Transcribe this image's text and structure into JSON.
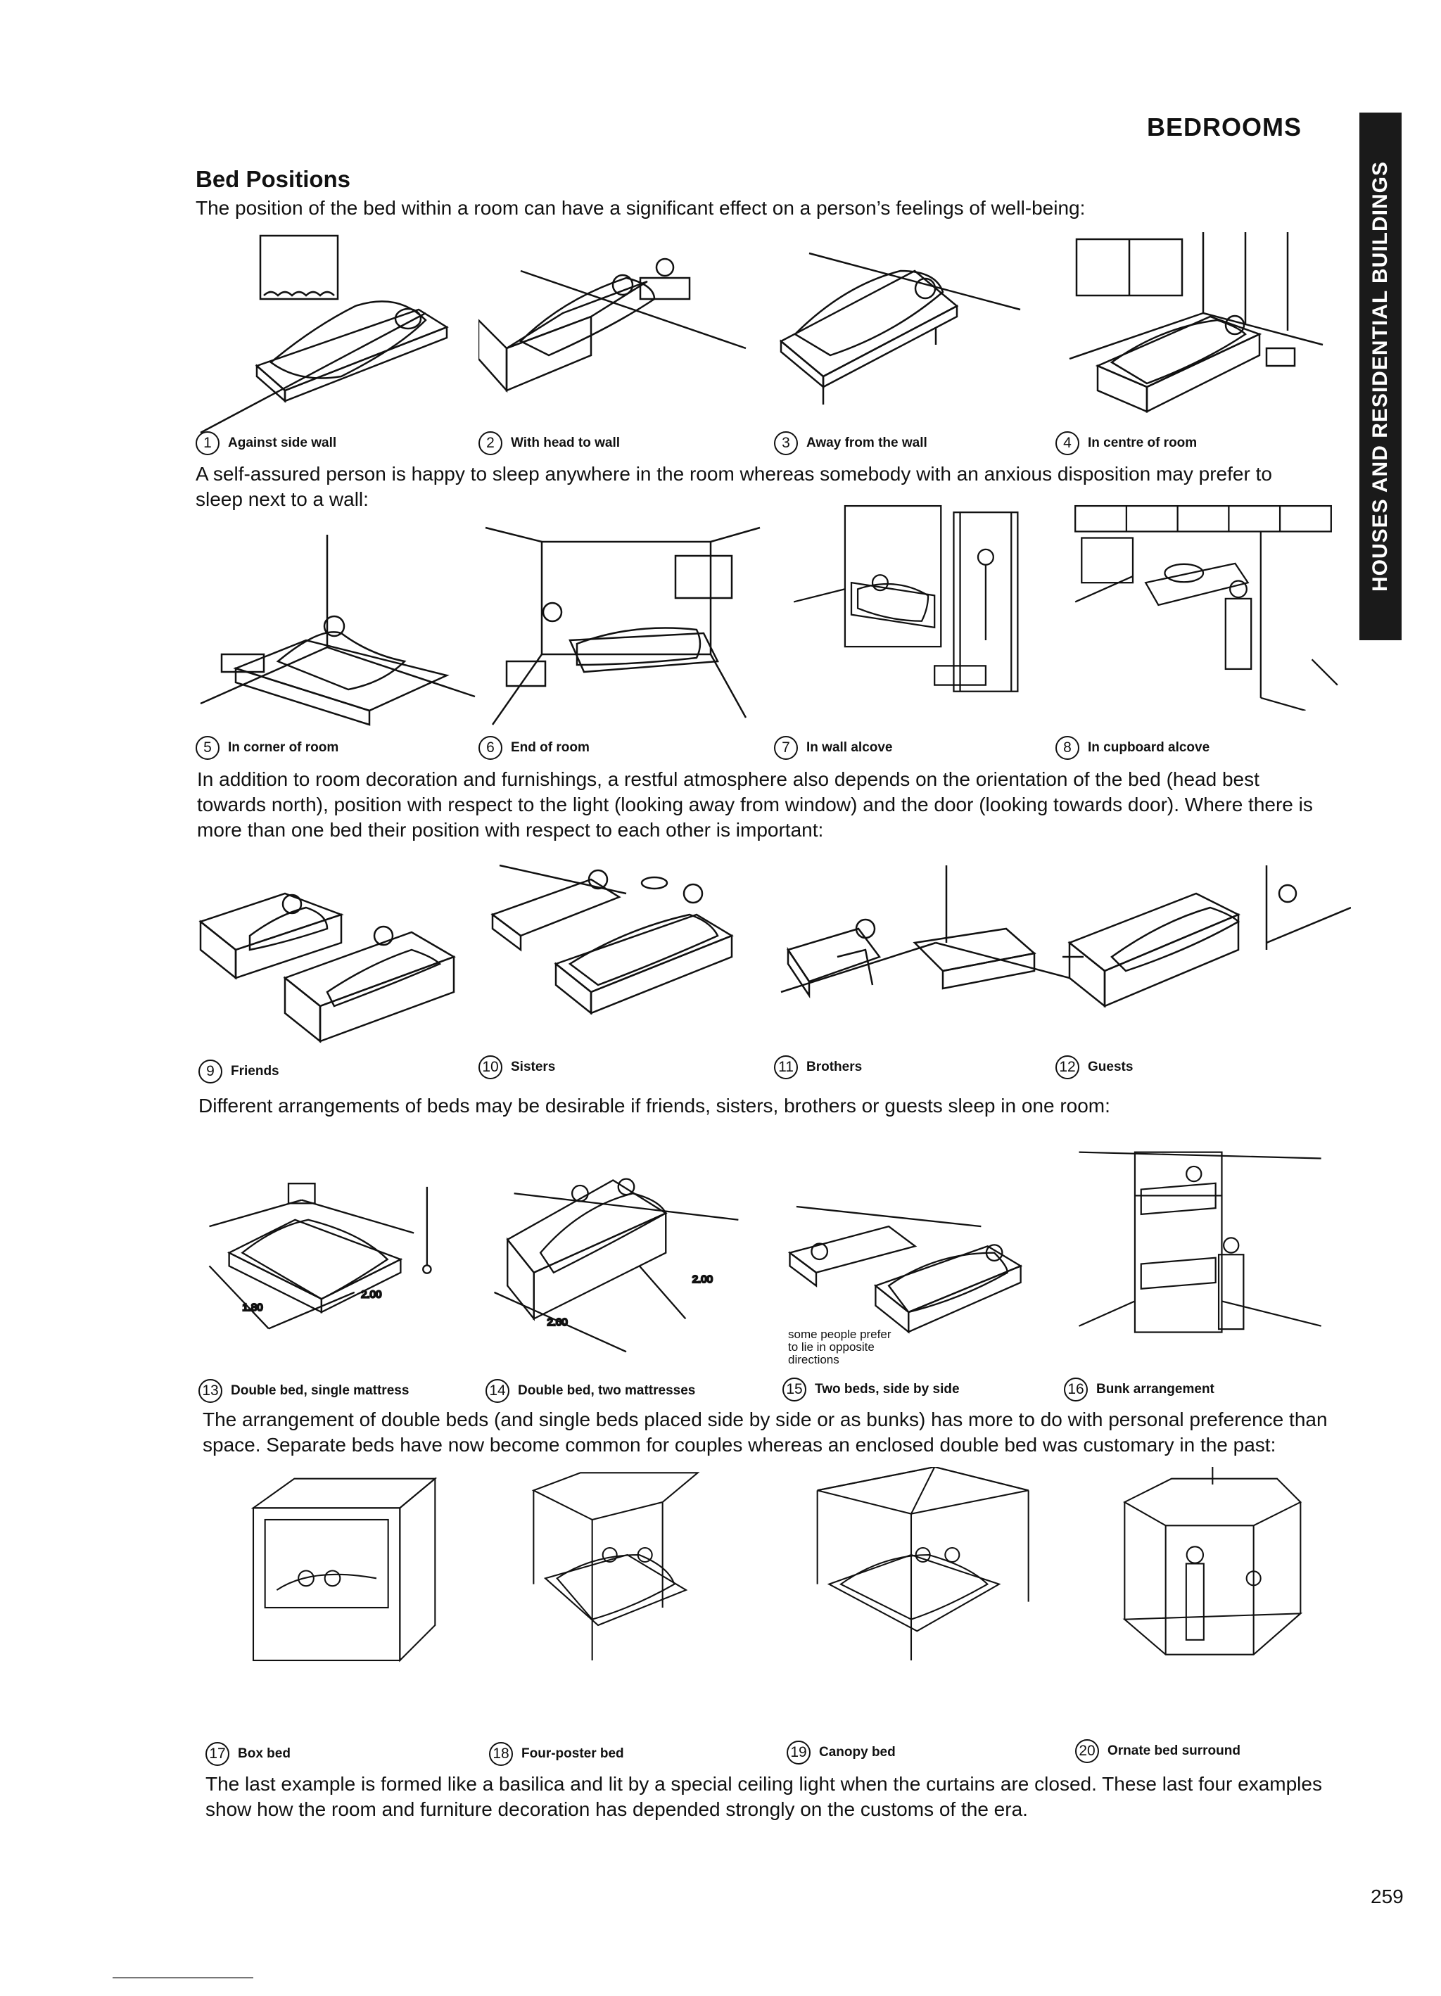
{
  "header": {
    "section": "BEDROOMS",
    "side_tab": "HOUSES AND RESIDENTIAL BUILDINGS"
  },
  "heading": "Bed Positions",
  "paragraphs": {
    "p1": "The position of the bed within a room can have a significant effect on a person’s feelings of well-being:",
    "p2": "A self-assured person is happy to sleep anywhere in the room whereas somebody with an anxious disposition may prefer to sleep next to a wall:",
    "p3": "In addition to room decoration and furnishings, a restful atmosphere also depends on the orientation of the bed (head best towards north), position with respect to the light (looking away from window) and the door (looking towards door). Where there is more than one bed their position with respect to each other is important:",
    "p4": "Different arrangements of beds may be desirable if friends, sisters, brothers or guests sleep in one room:",
    "p5": "The arrangement of double beds (and single beds placed side by side or as bunks) has more to do with personal preference than space. Separate beds have now become common for couples whereas an enclosed double bed was customary in the past:",
    "p6": "The last example is formed like a basilica and lit by a special ceiling light when the curtains are closed. These last four examples show how the room and furniture decoration has depended strongly on the customs of the era."
  },
  "figures": [
    {
      "num": "1",
      "label": "Against side wall"
    },
    {
      "num": "2",
      "label": "With head to wall"
    },
    {
      "num": "3",
      "label": "Away from the wall"
    },
    {
      "num": "4",
      "label": "In centre of room"
    },
    {
      "num": "5",
      "label": "In corner of room"
    },
    {
      "num": "6",
      "label": "End of room"
    },
    {
      "num": "7",
      "label": "In wall alcove"
    },
    {
      "num": "8",
      "label": "In cupboard alcove"
    },
    {
      "num": "9",
      "label": "Friends"
    },
    {
      "num": "10",
      "label": "Sisters"
    },
    {
      "num": "11",
      "label": "Brothers"
    },
    {
      "num": "12",
      "label": "Guests"
    },
    {
      "num": "13",
      "label": "Double bed, single mattress"
    },
    {
      "num": "14",
      "label": "Double bed, two mattresses"
    },
    {
      "num": "15",
      "label": "Two beds, side by side"
    },
    {
      "num": "16",
      "label": "Bunk arrangement"
    },
    {
      "num": "17",
      "label": "Box bed"
    },
    {
      "num": "18",
      "label": "Four-poster bed"
    },
    {
      "num": "19",
      "label": "Canopy bed"
    },
    {
      "num": "20",
      "label": "Ornate bed surround"
    }
  ],
  "dimensions": {
    "fig13_w": "1.80",
    "fig13_l": "2.00",
    "fig14_w": "2.00",
    "fig14_l": "2.00",
    "fig15_note": "some people prefer to lie in opposite directions"
  },
  "page_number": "259"
}
